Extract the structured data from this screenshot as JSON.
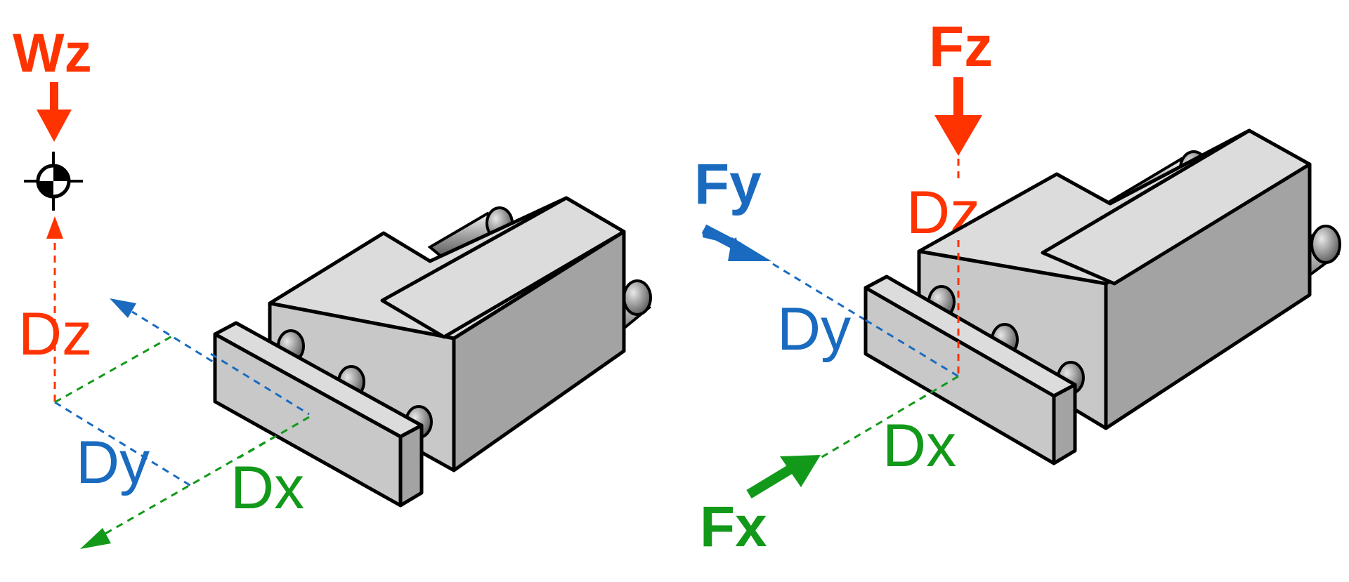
{
  "colors": {
    "z_axis": "#ff3300",
    "y_axis": "#1a6bbf",
    "x_axis": "#13991a",
    "part_top": "#dcdcdc",
    "part_front": "#c8c8c8",
    "part_side": "#a3a3a3",
    "outline": "#000000"
  },
  "left_diagram": {
    "load_label": "Wz",
    "dz_label": "Dz",
    "dy_label": "Dy",
    "dx_label": "Dx",
    "center_of_mass_icon": "center-of-mass-icon"
  },
  "right_diagram": {
    "fz_label": "Fz",
    "fy_label": "Fy",
    "fx_label": "Fx",
    "dz_label": "Dz",
    "dy_label": "Dy",
    "dx_label": "Dx"
  }
}
